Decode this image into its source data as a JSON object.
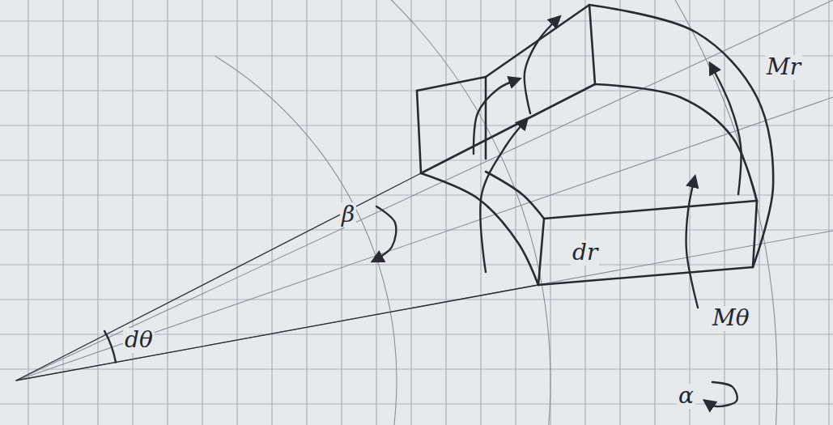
{
  "diagram": {
    "labels": [
      "Mr",
      "β",
      "dr",
      "dθ",
      "Mθ",
      "α"
    ]
  }
}
